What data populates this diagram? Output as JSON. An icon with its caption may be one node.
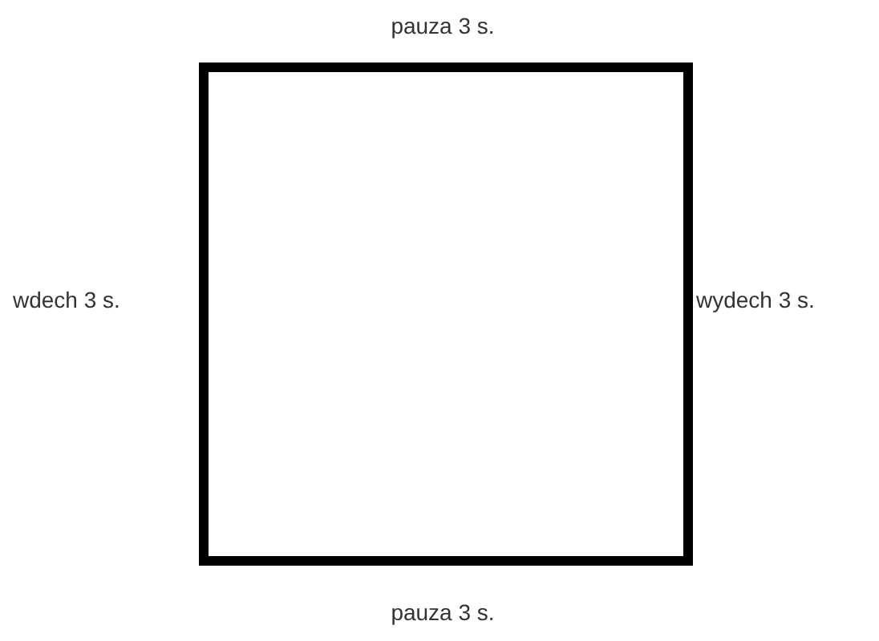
{
  "diagram": {
    "labels": [
      "pauza 3 s.",
      "wdech 3 s.",
      "wydech 3 s.",
      "pauza 3 s."
    ]
  }
}
